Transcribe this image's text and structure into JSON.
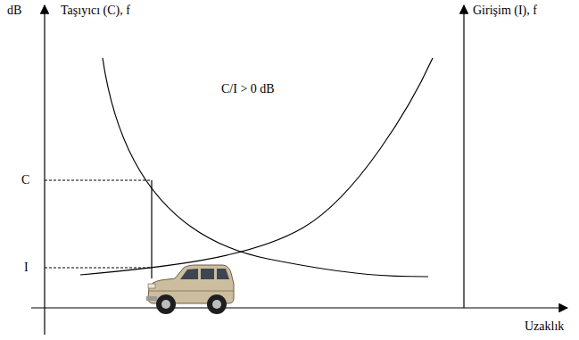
{
  "diagram": {
    "labels": [
      "dB",
      "Taşıyıcı (C), f",
      "Girişim (I), f",
      "C/I > 0 dB",
      "C",
      "I",
      "Uzaklık"
    ]
  }
}
